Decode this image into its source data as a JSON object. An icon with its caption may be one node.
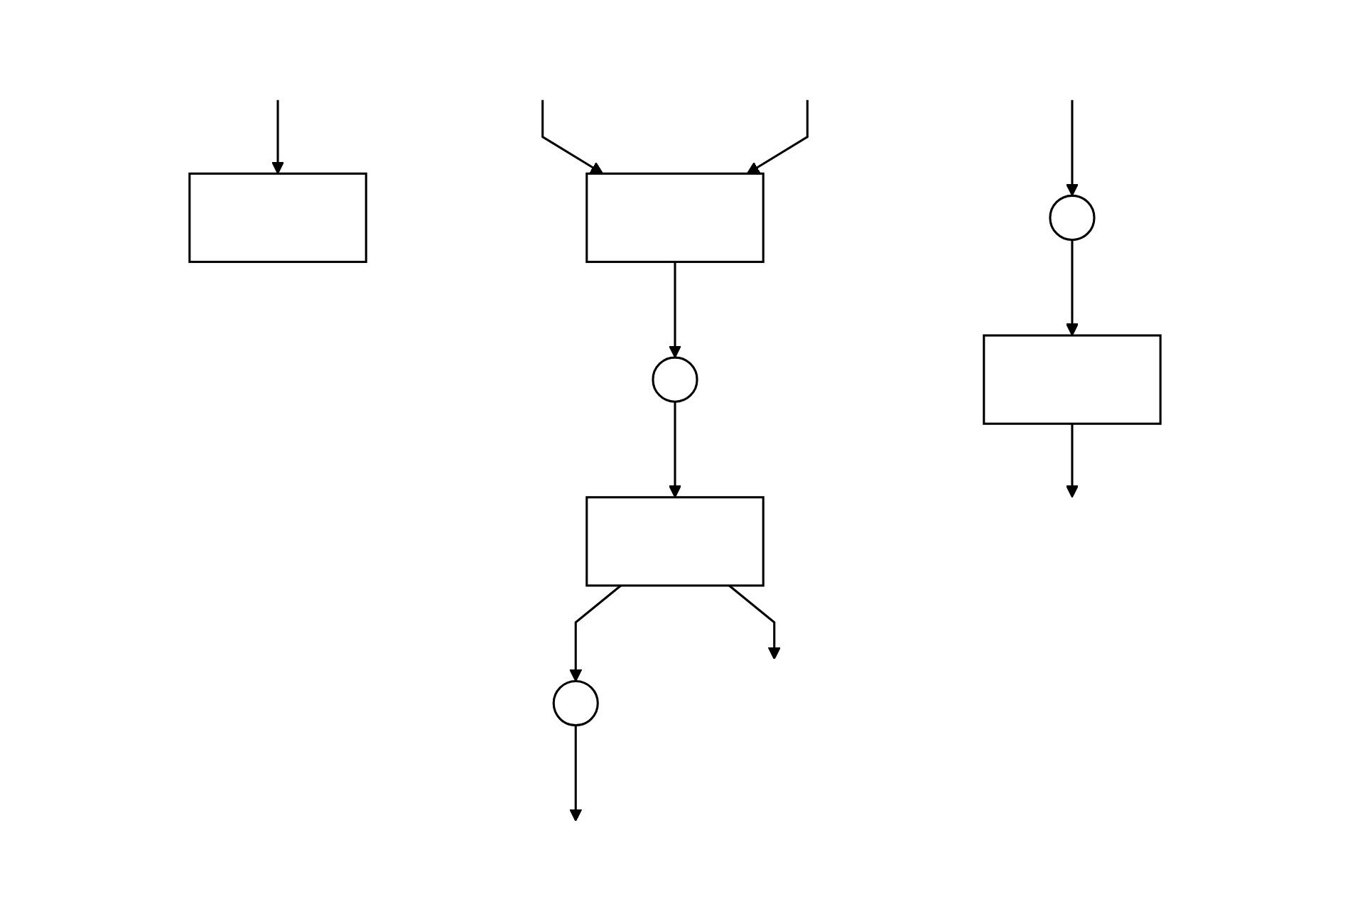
{
  "diagram": {
    "nodes": [
      {
        "text": [],
        "shape": "box"
      },
      {
        "text": [],
        "shape": "circle"
      },
      {
        "text": [],
        "shape": "box"
      },
      {
        "text": [],
        "shape": "box"
      },
      {
        "text": [],
        "shape": "circle"
      },
      {
        "text": [],
        "shape": "box"
      },
      {
        "text": [],
        "shape": "circle"
      }
    ],
    "edges": [
      {
        "from": null,
        "to": 0,
        "arrow": "to"
      },
      {
        "from": null,
        "to": 1,
        "arrow": "to"
      },
      {
        "from": 1,
        "to": 2,
        "arrow": "to"
      },
      {
        "from": 2,
        "to": null,
        "arrow": "to"
      },
      {
        "from": null,
        "to": 3,
        "arrow": "to"
      },
      {
        "from": null,
        "to": 3,
        "arrow": "to"
      },
      {
        "from": 3,
        "to": 4,
        "arrow": "to"
      },
      {
        "from": 4,
        "to": 5,
        "arrow": "to"
      },
      {
        "from": 5,
        "to": 6,
        "arrow": "to"
      },
      {
        "from": 5,
        "to": null,
        "arrow": "to"
      },
      {
        "from": 6,
        "to": null,
        "arrow": "to"
      }
    ]
  }
}
